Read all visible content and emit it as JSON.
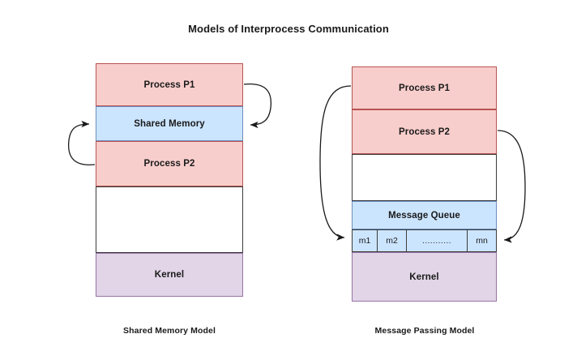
{
  "title": "Models of Interprocess Communication",
  "colors": {
    "process_fill": "#f8cecc",
    "process_stroke": "#b85450",
    "memory_fill": "#cce5ff",
    "memory_stroke": "#6c8ebf",
    "kernel_fill": "#e1d5e7",
    "kernel_stroke": "#9673a6",
    "empty_fill": "#ffffff",
    "empty_stroke": "#3b3b3b",
    "arrow_stroke": "#1a1a1a",
    "text": "#1a1a1a",
    "background": "#ffffff"
  },
  "left_model": {
    "caption": "Shared Memory Model",
    "segments": [
      {
        "label": "Process P1",
        "kind": "process"
      },
      {
        "label": "Shared Memory",
        "kind": "memory"
      },
      {
        "label": "Process P2",
        "kind": "process"
      },
      {
        "label": "",
        "kind": "empty"
      },
      {
        "label": "Kernel",
        "kind": "kernel"
      }
    ],
    "arrows": [
      {
        "name": "p1-to-shared-memory",
        "from": "Process P1",
        "to": "Shared Memory",
        "side": "right"
      },
      {
        "name": "p2-to-shared-memory",
        "from": "Process P2",
        "to": "Shared Memory",
        "side": "left"
      }
    ]
  },
  "right_model": {
    "caption": "Message Passing Model",
    "segments": [
      {
        "label": "Process P1",
        "kind": "process"
      },
      {
        "label": "Process P2",
        "kind": "process"
      },
      {
        "label": "",
        "kind": "empty"
      },
      {
        "label": "Message Queue",
        "kind": "memory"
      },
      {
        "label": "Kernel",
        "kind": "kernel"
      }
    ],
    "message_cells": [
      {
        "label": "m1"
      },
      {
        "label": "m2"
      },
      {
        "label": "..........."
      },
      {
        "label": "mn"
      }
    ],
    "arrows": [
      {
        "name": "p1-to-message-queue",
        "from": "Process P1",
        "to": "Message Queue",
        "side": "left"
      },
      {
        "name": "p2-to-message-queue",
        "from": "Process P2",
        "to": "Message Queue",
        "side": "right"
      }
    ]
  }
}
